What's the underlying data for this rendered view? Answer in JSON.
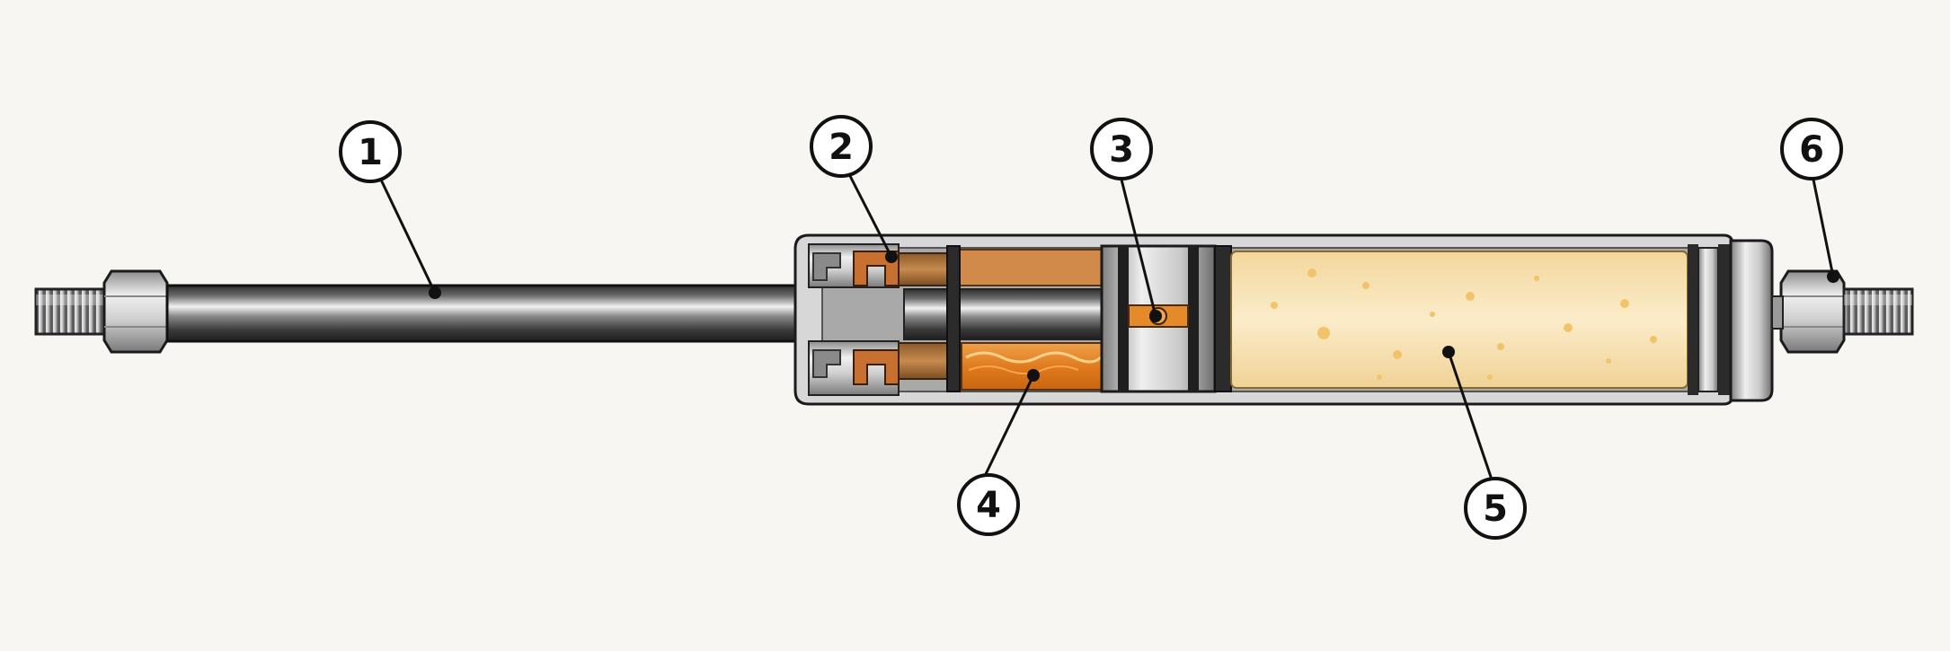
{
  "callouts": [
    {
      "id": "1",
      "label": "1"
    },
    {
      "id": "2",
      "label": "2"
    },
    {
      "id": "3",
      "label": "3"
    },
    {
      "id": "4",
      "label": "4"
    },
    {
      "id": "5",
      "label": "5"
    },
    {
      "id": "6",
      "label": "6"
    }
  ],
  "colors": {
    "background": "#f7f6f3",
    "steel_light": "#e6e6e6",
    "steel_mid": "#b5b5b5",
    "steel_dark": "#6f6f6f",
    "rod_dark": "#2d2d2d",
    "oil_orange": "#e58a2a",
    "seal_copper": "#c8702f",
    "gas_fill": "#f7dfb0",
    "outline": "#1b1b1b"
  }
}
